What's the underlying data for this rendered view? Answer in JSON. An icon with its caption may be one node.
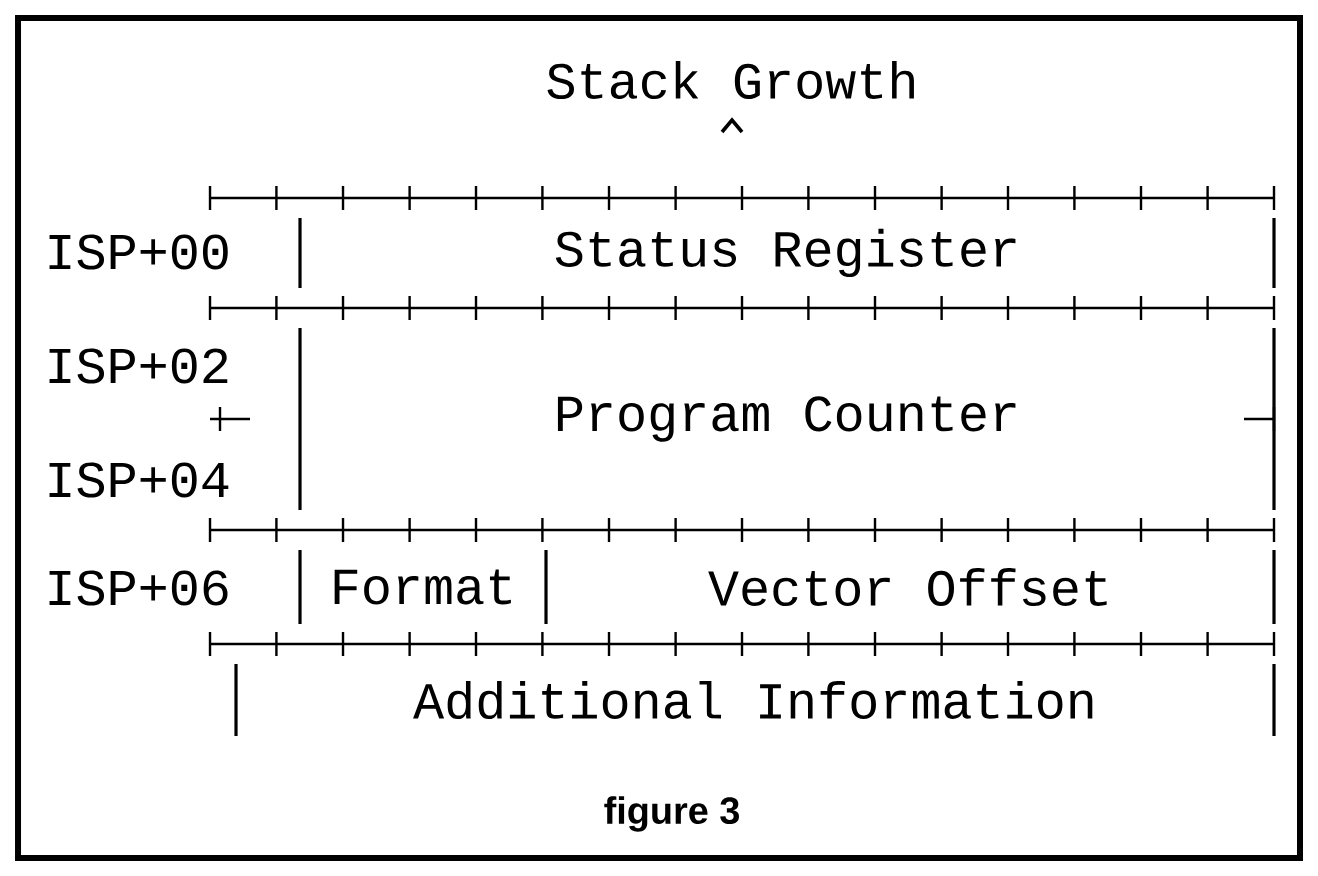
{
  "diagram": {
    "title": "Stack Growth",
    "caption": "figure 3",
    "nodes": [
      {
        "text": [
          "Status Register"
        ]
      },
      {
        "text": [
          "Program Counter"
        ]
      },
      {
        "text": [
          "Format"
        ]
      },
      {
        "text": [
          "Vector Offset"
        ]
      },
      {
        "text": [
          "Additional Information"
        ]
      }
    ],
    "labels": [
      "ISP+00",
      "ISP+02",
      "ISP+04",
      "ISP+06"
    ]
  }
}
